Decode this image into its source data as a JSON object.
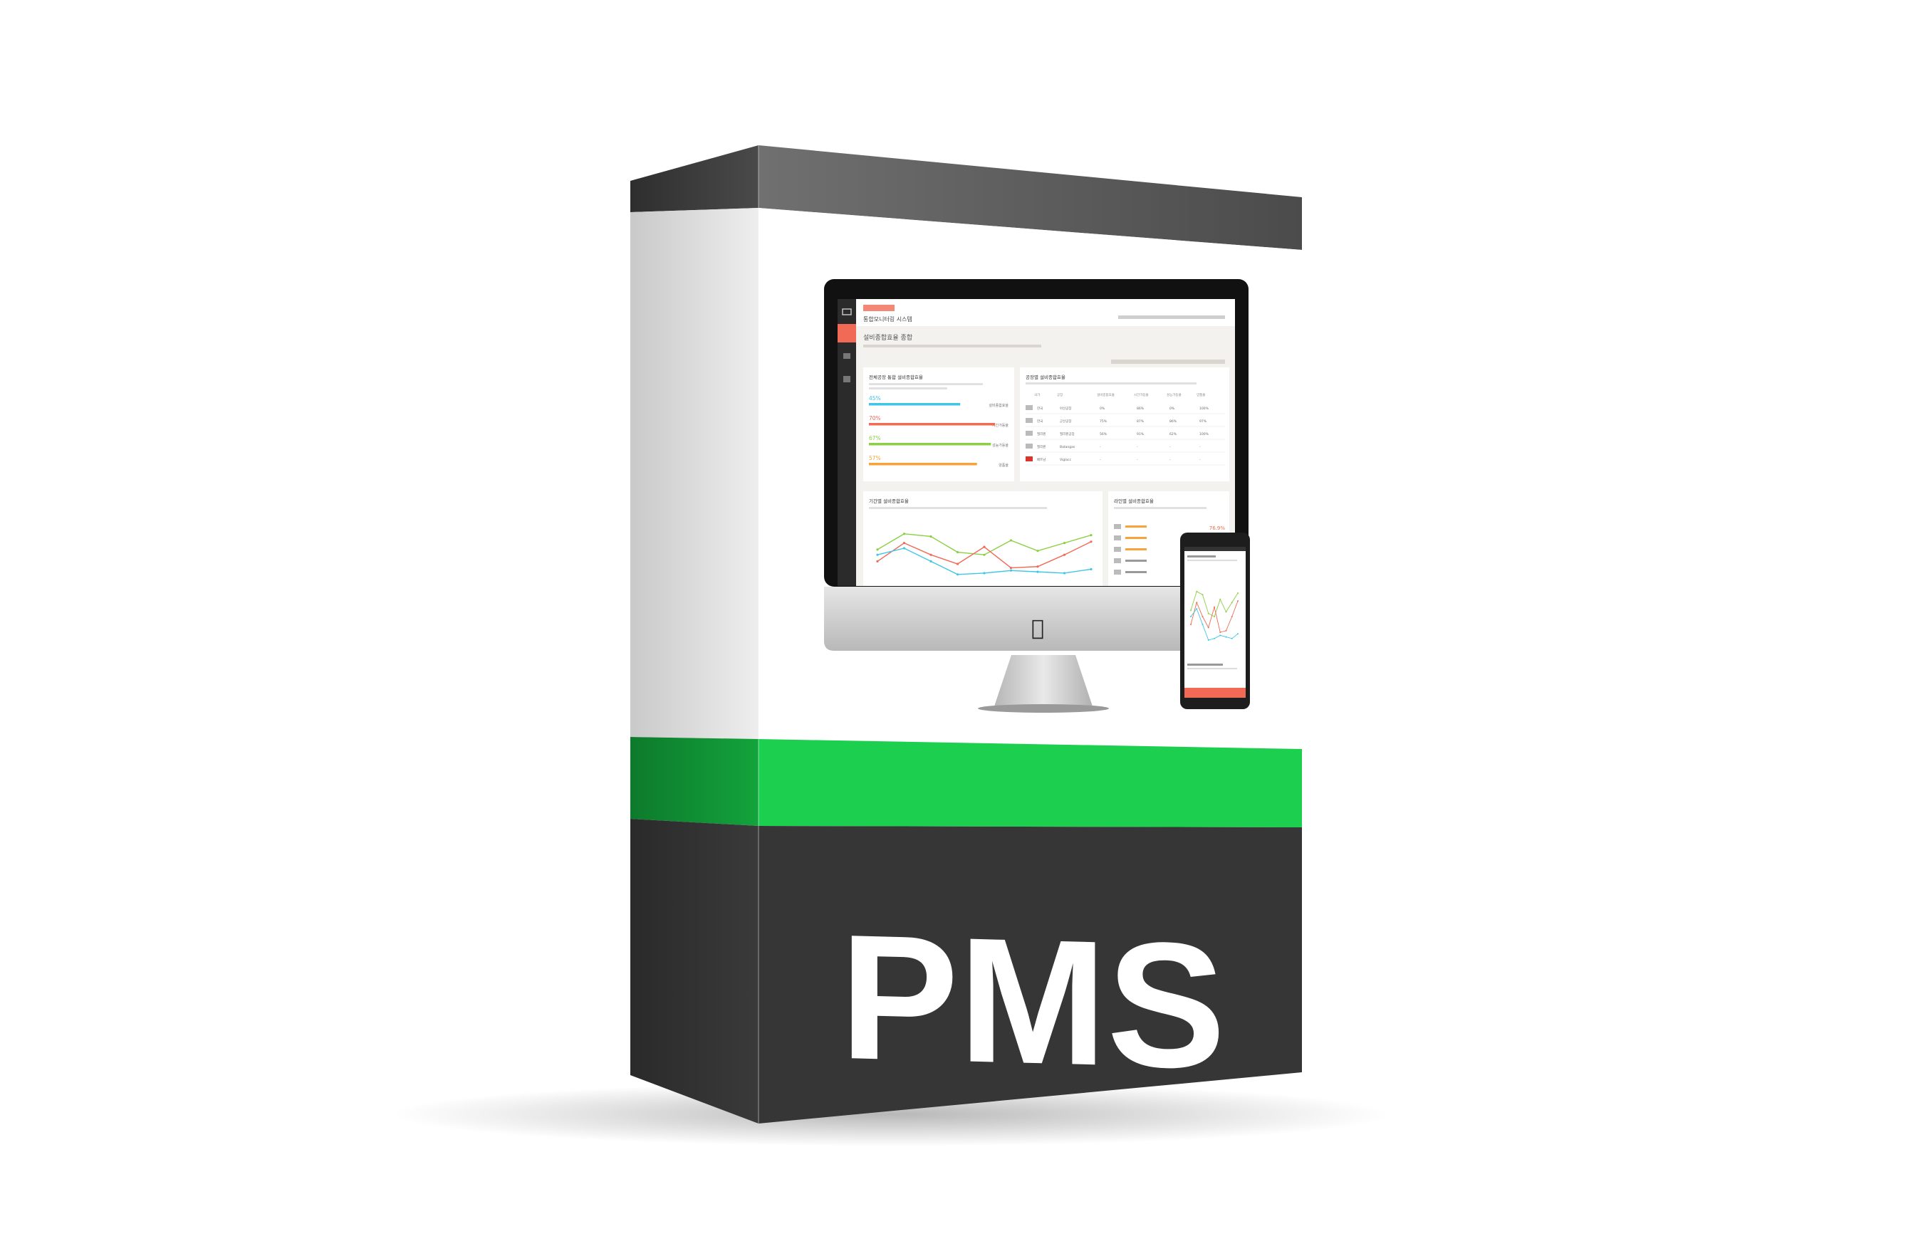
{
  "product": {
    "name": "PMS",
    "colors": {
      "box_top_band": "#555555",
      "box_face": "#ffffff",
      "box_side": "#dadada",
      "accent_green": "#1ccf4f",
      "box_bottom": "#333333",
      "label_text": "#ffffff"
    }
  },
  "dashboard": {
    "brand_title": "통합모니터링 시스템",
    "page_title": "설비종합효율 종합",
    "panel_overall_title": "전체공장 통합 설비종합효율",
    "overall_metrics": [
      {
        "pct": "45%",
        "label": "설비종합효율",
        "value": 0.45,
        "color": "#3fc6e6"
      },
      {
        "pct": "70%",
        "label": "시간가동율",
        "value": 0.7,
        "color": "#f06a55"
      },
      {
        "pct": "67%",
        "label": "성능가동율",
        "value": 0.67,
        "color": "#8ccf44"
      },
      {
        "pct": "57%",
        "label": "양품율",
        "value": 0.57,
        "color": "#f5a33a"
      }
    ],
    "panel_factory_title": "공장별 설비종합효율",
    "factory_table_header": [
      "국가",
      "공장",
      "설비종합효율",
      "시간가동율",
      "성능가동율",
      "양품율"
    ],
    "factory_rows": [
      {
        "country": "한국",
        "factory": "아산공장",
        "c1": "0%",
        "c2": "86%",
        "c3": "0%",
        "c4": "100%"
      },
      {
        "country": "한국",
        "factory": "군산공장",
        "c1": "75%",
        "c2": "87%",
        "c3": "86%",
        "c4": "97%"
      },
      {
        "country": "필리핀",
        "factory": "필리핀공장",
        "c1": "56%",
        "c2": "91%",
        "c3": "62%",
        "c4": "100%"
      },
      {
        "country": "필리핀",
        "factory": "Batangas",
        "c1": "-",
        "c2": "-",
        "c3": "-",
        "c4": "-"
      },
      {
        "country": "베트남",
        "factory": "Viglacc",
        "c1": "-",
        "c2": "-",
        "c3": "-",
        "c4": "-"
      }
    ],
    "panel_period_title": "기간별 설비종합효율",
    "panel_line_title": "라인별 설비종합효율",
    "line_highlight": "76.9%"
  },
  "chart_data": {
    "type": "line",
    "title": "기간별 설비종합효율",
    "x": [
      "1",
      "2",
      "3",
      "4",
      "5",
      "6",
      "7",
      "8",
      "9"
    ],
    "series": [
      {
        "values": [
          48,
          72,
          68,
          44,
          40,
          62,
          46,
          58,
          70
        ],
        "color": "#8ccf44"
      },
      {
        "values": [
          30,
          58,
          40,
          26,
          52,
          20,
          22,
          40,
          60
        ],
        "color": "#f06a55"
      },
      {
        "values": [
          40,
          50,
          30,
          10,
          12,
          16,
          14,
          12,
          18
        ],
        "color": "#3fc6e6"
      }
    ],
    "ylim": [
      0,
      100
    ]
  }
}
